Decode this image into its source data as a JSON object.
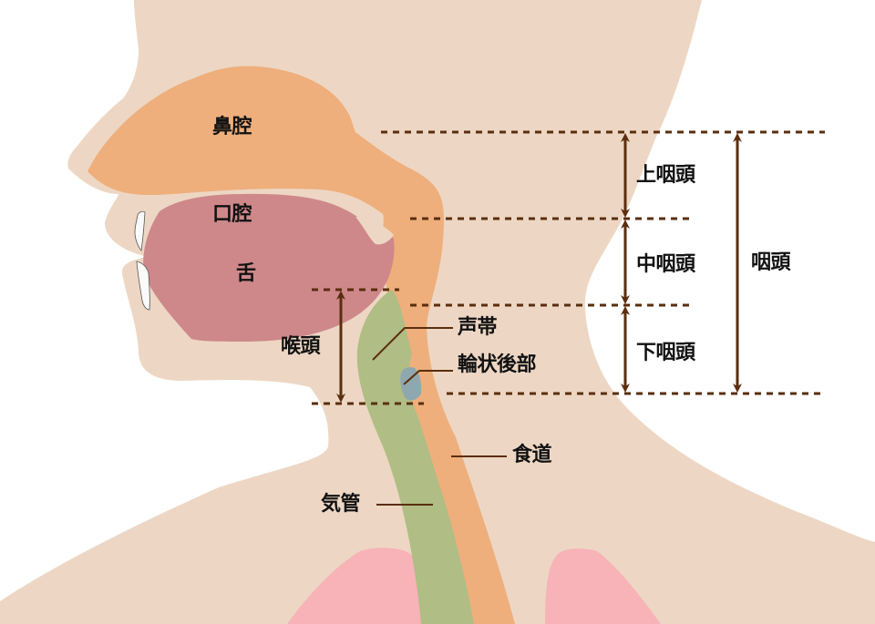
{
  "diagram": {
    "title": "Pharynx anatomy (sagittal section)",
    "colors": {
      "skin": "#EDD7C4",
      "nasal_cavity": "#EEAF7C",
      "oral_cavity": "#CE888A",
      "trachea": "#B0BD84",
      "postcricoid": "#8FA8B0",
      "lungs": "#F7B3B7",
      "teeth": "#FAFAFA",
      "guides": "#5A2E0E",
      "label_text": "#111111"
    },
    "labels": {
      "nasal_cavity": "鼻腔",
      "oral_cavity": "口腔",
      "tongue": "舌",
      "larynx": "喉頭",
      "vocal_cords": "声帯",
      "postcricoid": "輪状後部",
      "esophagus": "食道",
      "trachea": "気管",
      "epipharynx": "上咽頭",
      "mesopharynx": "中咽頭",
      "hypopharynx": "下咽頭",
      "pharynx": "咽頭"
    }
  }
}
